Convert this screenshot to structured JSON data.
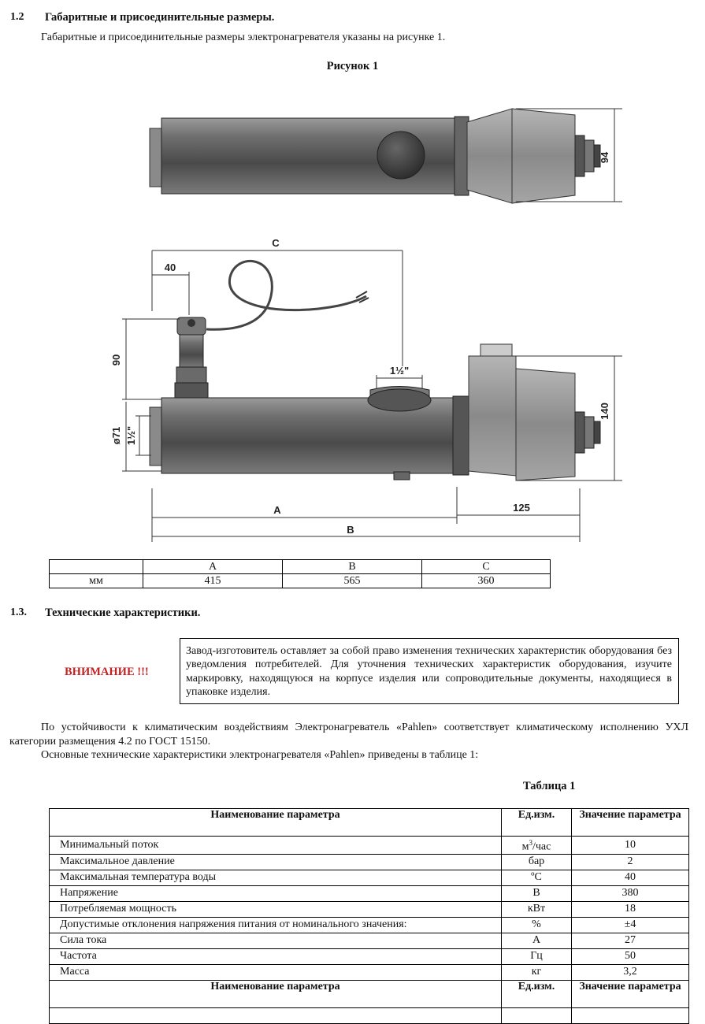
{
  "section_1_2": {
    "number": "1.2",
    "title": "Габаритные и присоединительные размеры.",
    "text": "Габаритные и присоединительные размеры электронагревателя указаны на рисунке 1."
  },
  "figure": {
    "caption": "Рисунок 1",
    "labels": {
      "h94": "94",
      "c": "C",
      "d40": "40",
      "d90": "90",
      "thread_top": "1½\"",
      "d71": "ø71",
      "thread_side": "1½\"",
      "h140": "140",
      "a": "A",
      "d125": "125",
      "b": "B"
    }
  },
  "dimensions_table": {
    "headers": [
      "",
      "A",
      "B",
      "C"
    ],
    "rows": [
      [
        "мм",
        "415",
        "565",
        "360"
      ]
    ]
  },
  "section_1_3": {
    "number": "1.3.",
    "title": "Технические характеристики."
  },
  "warning_label": "ВНИМАНИЕ !!!",
  "notice_text": "Завод-изготовитель оставляет за собой право изменения технических характеристик оборудования без уведомления потребителей. Для уточнения технических характеристик оборудования, изучите маркировку, находящуюся на корпусе изделия или сопроводительные документы, находящиеся в упаковке изделия.",
  "paragraph_1": "По устойчивости к климатическим воздействиям Электронагреватель «Pahlen» соответствует климатическому исполнению УХЛ категории размещения 4.2 по ГОСТ 15150.",
  "paragraph_2": "Основные технические характеристики электронагревателя «Pahlen» приведены в таблице 1:",
  "table_1": {
    "caption": "Таблица 1",
    "headers": [
      "Наименование параметра",
      "Ед.изм.",
      "Значение параметра"
    ],
    "rows": [
      {
        "name": "Минимальный поток",
        "unit": "м",
        "unit_sup": "3",
        "unit_tail": "/час",
        "value": "10"
      },
      {
        "name": "Максимальное давление",
        "unit": "бар",
        "value": "2"
      },
      {
        "name": "Максимальная температура воды",
        "unit": "ºС",
        "value": "40"
      },
      {
        "name": "Напряжение",
        "unit": "В",
        "value": "380"
      },
      {
        "name": "Потребляемая мощность",
        "unit": "кВт",
        "value": "18"
      },
      {
        "name": "Допустимые отклонения напряжения питания от номинального значения:",
        "unit": "%",
        "value": "±4"
      },
      {
        "name": "Сила тока",
        "unit": "А",
        "value": "27"
      },
      {
        "name": "Частота",
        "unit": "Гц",
        "value": "50"
      },
      {
        "name": "Масса",
        "unit": "кг",
        "value": "3,2"
      }
    ],
    "repeat_headers": [
      "Наименование параметра",
      "Ед.изм.",
      "Значение параметра"
    ]
  }
}
